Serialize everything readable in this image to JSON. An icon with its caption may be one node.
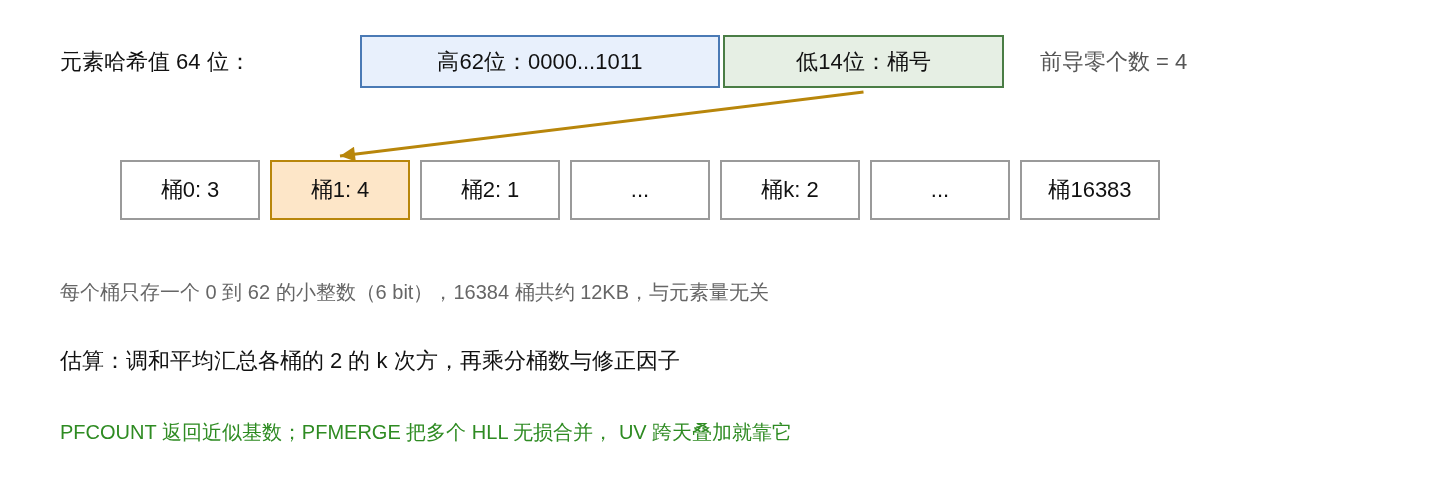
{
  "diagram": {
    "nodes": [
      {
        "text": [
          "高62位：0000...1011"
        ]
      },
      {
        "text": [
          "低14位：桶号"
        ]
      },
      {
        "text": [
          "桶0: 3"
        ]
      },
      {
        "text": [
          "桶1: 4"
        ]
      },
      {
        "text": [
          "桶2: 1"
        ]
      },
      {
        "text": [
          "..."
        ]
      },
      {
        "text": [
          "桶k: 2"
        ]
      },
      {
        "text": [
          "..."
        ]
      },
      {
        "text": [
          "桶16383"
        ]
      }
    ],
    "edges": [
      {
        "from": 1,
        "to": 3,
        "arrow": "to",
        "color": "#b8860b"
      }
    ],
    "labels": [
      "元素哈希值 64 位：",
      "前导零个数 = 4",
      "每个桶只存一个 0 到 62 的小整数（6 bit），16384 桶共约 12KB，与元素量无关",
      "估算：调和平均汇总各桶的 2 的 k 次方，再乘分桶数与修正因子",
      "PFCOUNT 返回近似基数；PFMERGE 把多个 HLL 无损合并， UV 跨天叠加就靠它"
    ]
  }
}
